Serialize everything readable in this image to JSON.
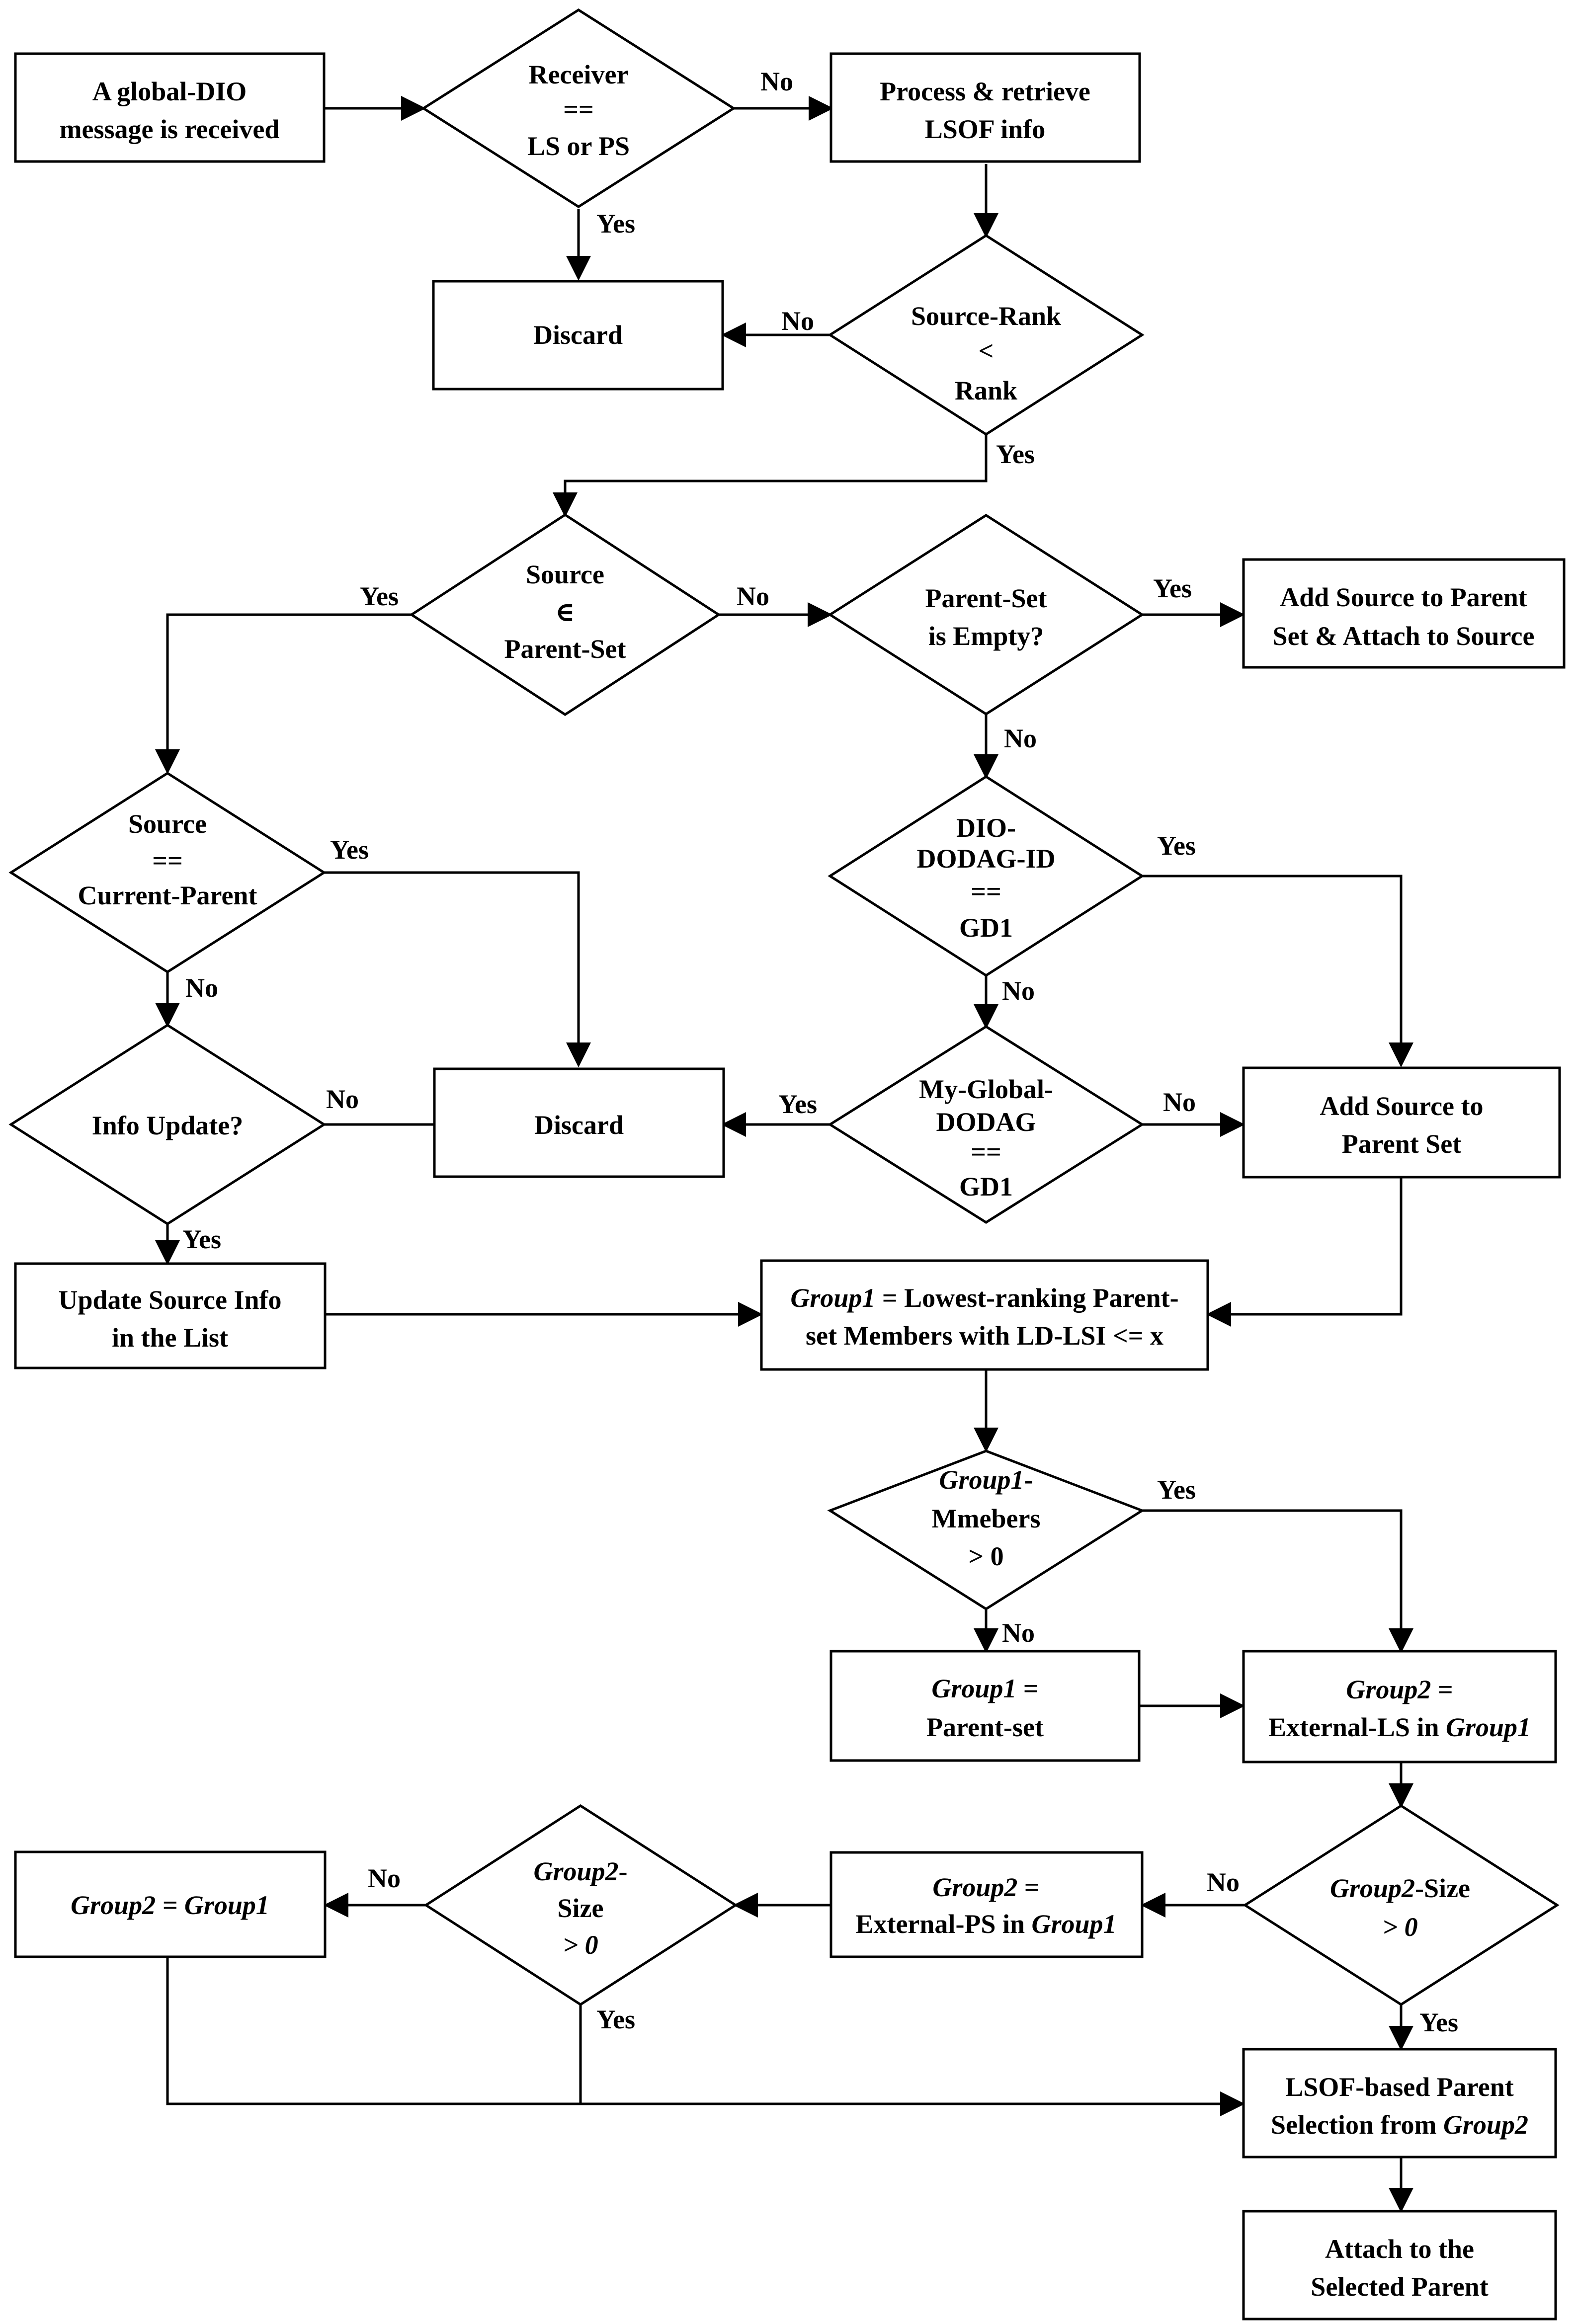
{
  "nodes": {
    "start": {
      "lines": [
        "A global-DIO",
        "message is received"
      ]
    },
    "receiver": {
      "lines": [
        "Receiver",
        "==",
        "LS or PS"
      ]
    },
    "process": {
      "lines": [
        "Process & retrieve",
        "LSOF info"
      ]
    },
    "discard1": {
      "lines": [
        "Discard"
      ]
    },
    "srcrank": {
      "lines": [
        "Source-Rank",
        "<",
        "Rank"
      ]
    },
    "srcparent": {
      "lines": [
        "Source",
        "∈",
        "Parent-Set"
      ]
    },
    "psempty": {
      "lines": [
        "Parent-Set",
        "is Empty?"
      ]
    },
    "addattach": {
      "lines": [
        "Add Source to Parent",
        "Set & Attach to Source"
      ]
    },
    "srccurrent": {
      "lines": [
        "Source",
        "==",
        "Current-Parent"
      ]
    },
    "dioid": {
      "lines": [
        "DIO-",
        "DODAG-ID",
        "==",
        "GD1"
      ]
    },
    "infoupdate": {
      "lines": [
        "Info Update?"
      ]
    },
    "discard2": {
      "lines": [
        "Discard"
      ]
    },
    "myglobal": {
      "lines": [
        "My-Global-",
        "DODAG",
        "==",
        "GD1"
      ]
    },
    "addsource": {
      "lines": [
        "Add Source to",
        "Parent Set"
      ]
    },
    "updateinfo": {
      "lines": [
        "Update Source Info",
        "in the List"
      ]
    },
    "group1def": {
      "line1_italic": "Group1",
      "line1_rest": " = Lowest-ranking Parent-",
      "line2": "set Members with LD-LSI <= x"
    },
    "g1members": {
      "line1_italic": "Group1",
      "line1_rest": "-",
      "line2": "Mmebers",
      "line3": "> 0"
    },
    "g1parent": {
      "line1_italic": "Group1",
      "line1_rest": " =",
      "line2": "Parent-set"
    },
    "g2extls": {
      "line1_italic": "Group2",
      "line1_rest": " =",
      "line2_plain": "External-LS in ",
      "line2_italic": "Group1"
    },
    "g2eqg1": {
      "part1": "Group2",
      "part2": " = ",
      "part3": "Group1"
    },
    "g2size_left": {
      "line1_italic": "Group2",
      "line1_rest": "-",
      "line2": "Size",
      "line3": "> 0"
    },
    "g2extps": {
      "line1_italic": "Group2",
      "line1_rest": " =",
      "line2_plain": "External-PS in ",
      "line2_italic": "Group1"
    },
    "g2size_right": {
      "line1_italic": "Group2",
      "line1_rest": "-Size",
      "line2": "> 0"
    },
    "lsofsel": {
      "line1": "LSOF-based Parent",
      "line2_plain": "Selection from ",
      "line2_italic": "Group2"
    },
    "attach": {
      "lines": [
        "Attach to the",
        "Selected Parent"
      ]
    }
  },
  "edge_labels": {
    "yes": "Yes",
    "no": "No"
  }
}
